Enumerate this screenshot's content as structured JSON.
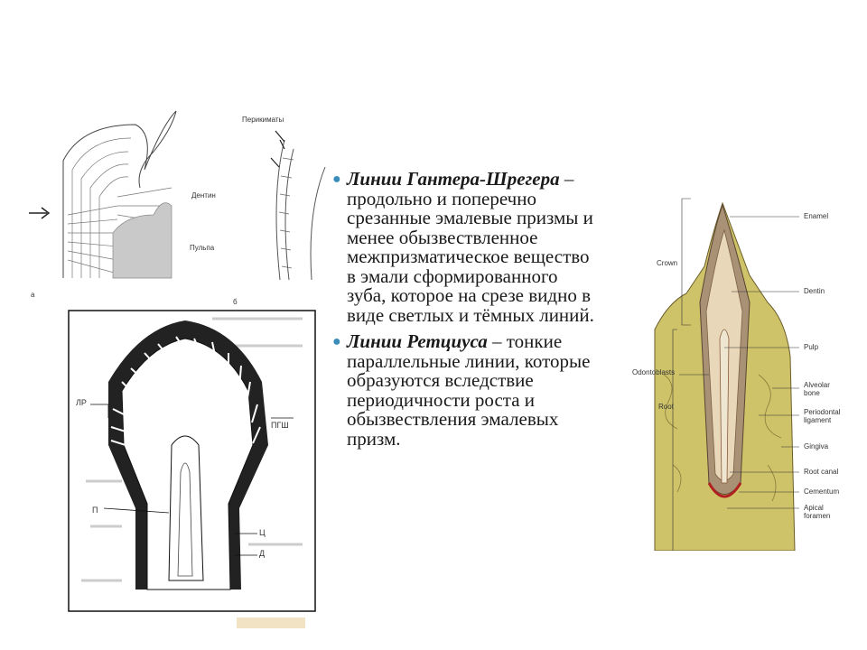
{
  "fig_a": {
    "label_dentin": "Дентин",
    "label_pulp": "Пульпа",
    "panel_letter": "а"
  },
  "fig_b": {
    "label_perikymata": "Перикиматы",
    "panel_letter": "б"
  },
  "fig_tooth": {
    "label_lr": "ЛР",
    "label_pgsh": "ПГШ",
    "label_p": "П",
    "label_ts": "Ц",
    "label_d": "Д"
  },
  "text": {
    "item1_term": "Линии Гантера-Шрегера",
    "item1_body": " – продольно и поперечно срезанные эмалевые призмы и менее обызвествленное межпризматическое вещество в эмали сформированного зуба, которое на срезе видно в виде светлых и тёмных линий.",
    "item2_term": "Линии Ретциуса",
    "item2_body": " – тонкие параллельные линии, которые образуются вследствие периодичности роста и обызвествления эмалевых призм."
  },
  "fig_right": {
    "crown": "Crown",
    "root": "Root",
    "odontoblasts": "Odontoblasts",
    "enamel": "Enamel",
    "dentin": "Dentin",
    "pulp": "Pulp",
    "alveolar_bone": "Alveolar bone",
    "periodontal_ligament": "Periodontal ligament",
    "gingiva": "Gingiva",
    "root_canal": "Root canal",
    "cementum": "Cementum",
    "apical_foramen": "Apical foramen"
  }
}
